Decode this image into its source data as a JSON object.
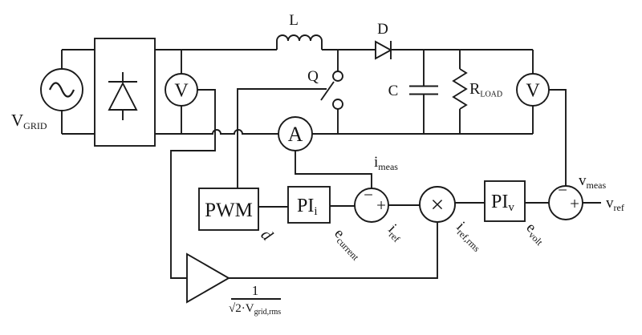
{
  "labels": {
    "v_grid": {
      "main": "V",
      "sub": "GRID"
    },
    "inductor": "L",
    "diode": "D",
    "switch": "Q",
    "capacitor": "C",
    "r_load": {
      "main": "R",
      "sub": "LOAD"
    },
    "pwm": "PWM",
    "pi_current": {
      "main": "PI",
      "sub": "i"
    },
    "pi_voltage": {
      "main": "PI",
      "sub": "v"
    },
    "gain": {
      "numerator": "1",
      "denominator_main": "√2·V",
      "denominator_sub": "grid,rms"
    }
  },
  "meters": {
    "input_voltmeter": "V",
    "output_voltmeter": "V",
    "ammeter": "A"
  },
  "operators": {
    "multiplier": "×",
    "current_sum_minus": "−",
    "current_sum_plus": "+",
    "voltage_sum_minus": "−",
    "voltage_sum_plus": "+"
  },
  "signals": {
    "i_meas": {
      "main": "i",
      "sub": "meas"
    },
    "duty": {
      "main": "d",
      "sub": ""
    },
    "e_current": {
      "main": "e",
      "sub": "current"
    },
    "i_ref": {
      "main": "i",
      "sub": "ref"
    },
    "i_ref_rms": {
      "main": "i",
      "sub": "ref,rms"
    },
    "e_volt": {
      "main": "e",
      "sub": "volt"
    },
    "v_meas": {
      "main": "v",
      "sub": "meas"
    },
    "v_ref": {
      "main": "v",
      "sub": "ref"
    }
  },
  "colors": {
    "line": "#1a1a1a",
    "background": "#ffffff"
  }
}
